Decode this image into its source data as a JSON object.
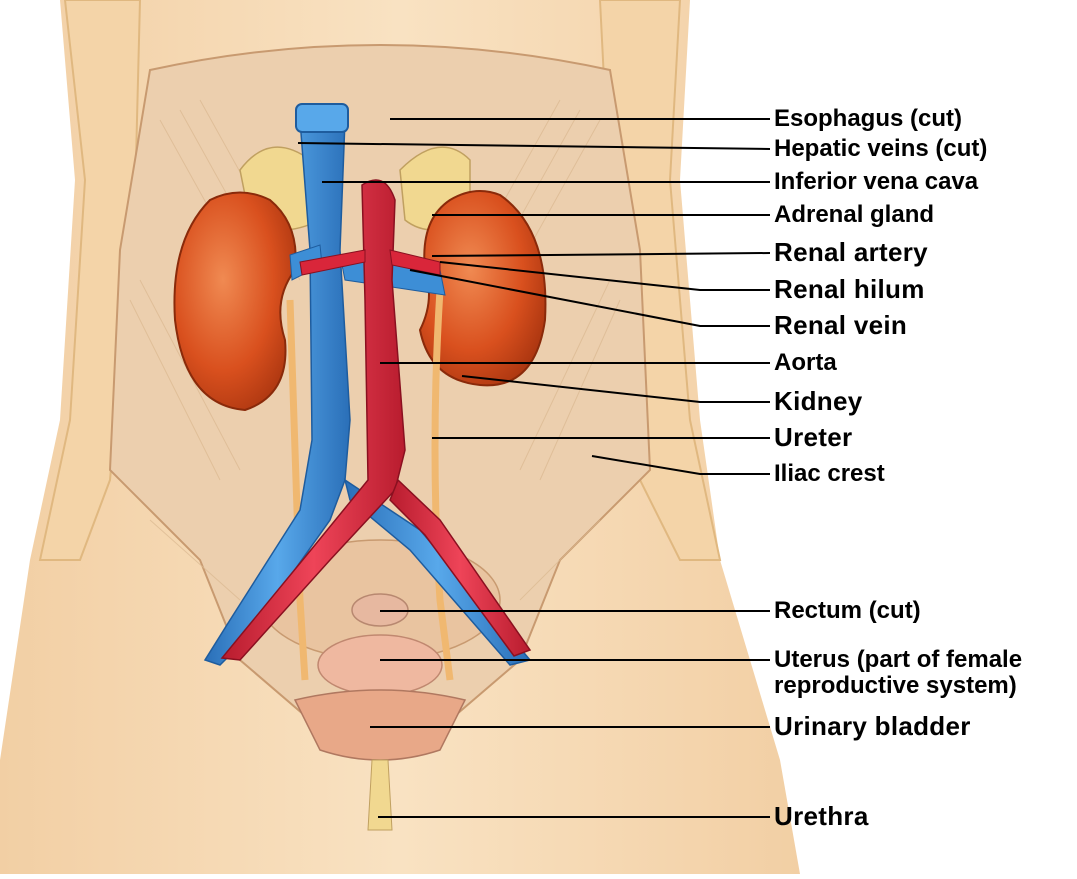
{
  "labels": {
    "esophagus": "Esophagus (cut)",
    "hepatic_veins": "Hepatic veins (cut)",
    "inferior_vena_cava": "Inferior vena cava",
    "adrenal_gland": "Adrenal gland",
    "renal_artery": "Renal artery",
    "renal_hilum": "Renal hilum",
    "renal_vein": "Renal vein",
    "aorta": "Aorta",
    "kidney": "Kidney",
    "ureter": "Ureter",
    "iliac_crest": "Iliac crest",
    "rectum": "Rectum (cut)",
    "uterus_line1": "Uterus (part of female",
    "uterus_line2": "reproductive system)",
    "urinary_bladder": "Urinary bladder",
    "urethra": "Urethra"
  },
  "colors": {
    "skin": "#f6d8b0",
    "cavity": "#efd2b2",
    "kidney": "#d9501e",
    "vein": "#3d8ed6",
    "artery": "#d9263a",
    "adrenal": "#f1d890",
    "ureter": "#f0b870",
    "bladder": "#e8a888"
  }
}
